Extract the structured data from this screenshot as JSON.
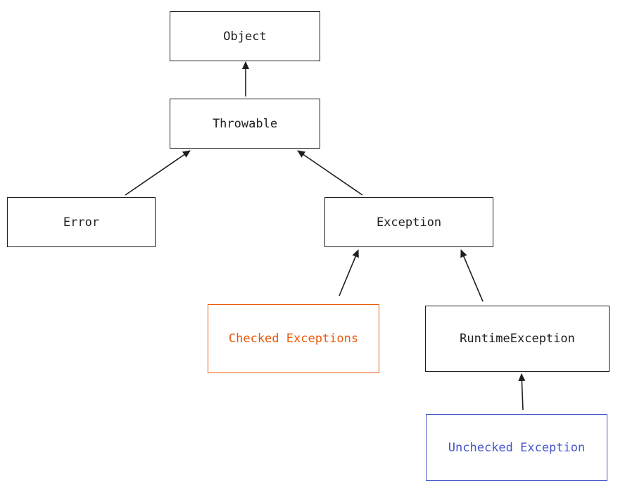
{
  "nodes": {
    "object": "Object",
    "throwable": "Throwable",
    "error": "Error",
    "exception": "Exception",
    "checked_exceptions": "Checked Exceptions",
    "runtime_exception": "RuntimeException",
    "unchecked_exception": "Unchecked Exception"
  },
  "colors": {
    "stroke": "#1e1e1e",
    "checked": "#e8590c",
    "unchecked": "#4455cc"
  }
}
